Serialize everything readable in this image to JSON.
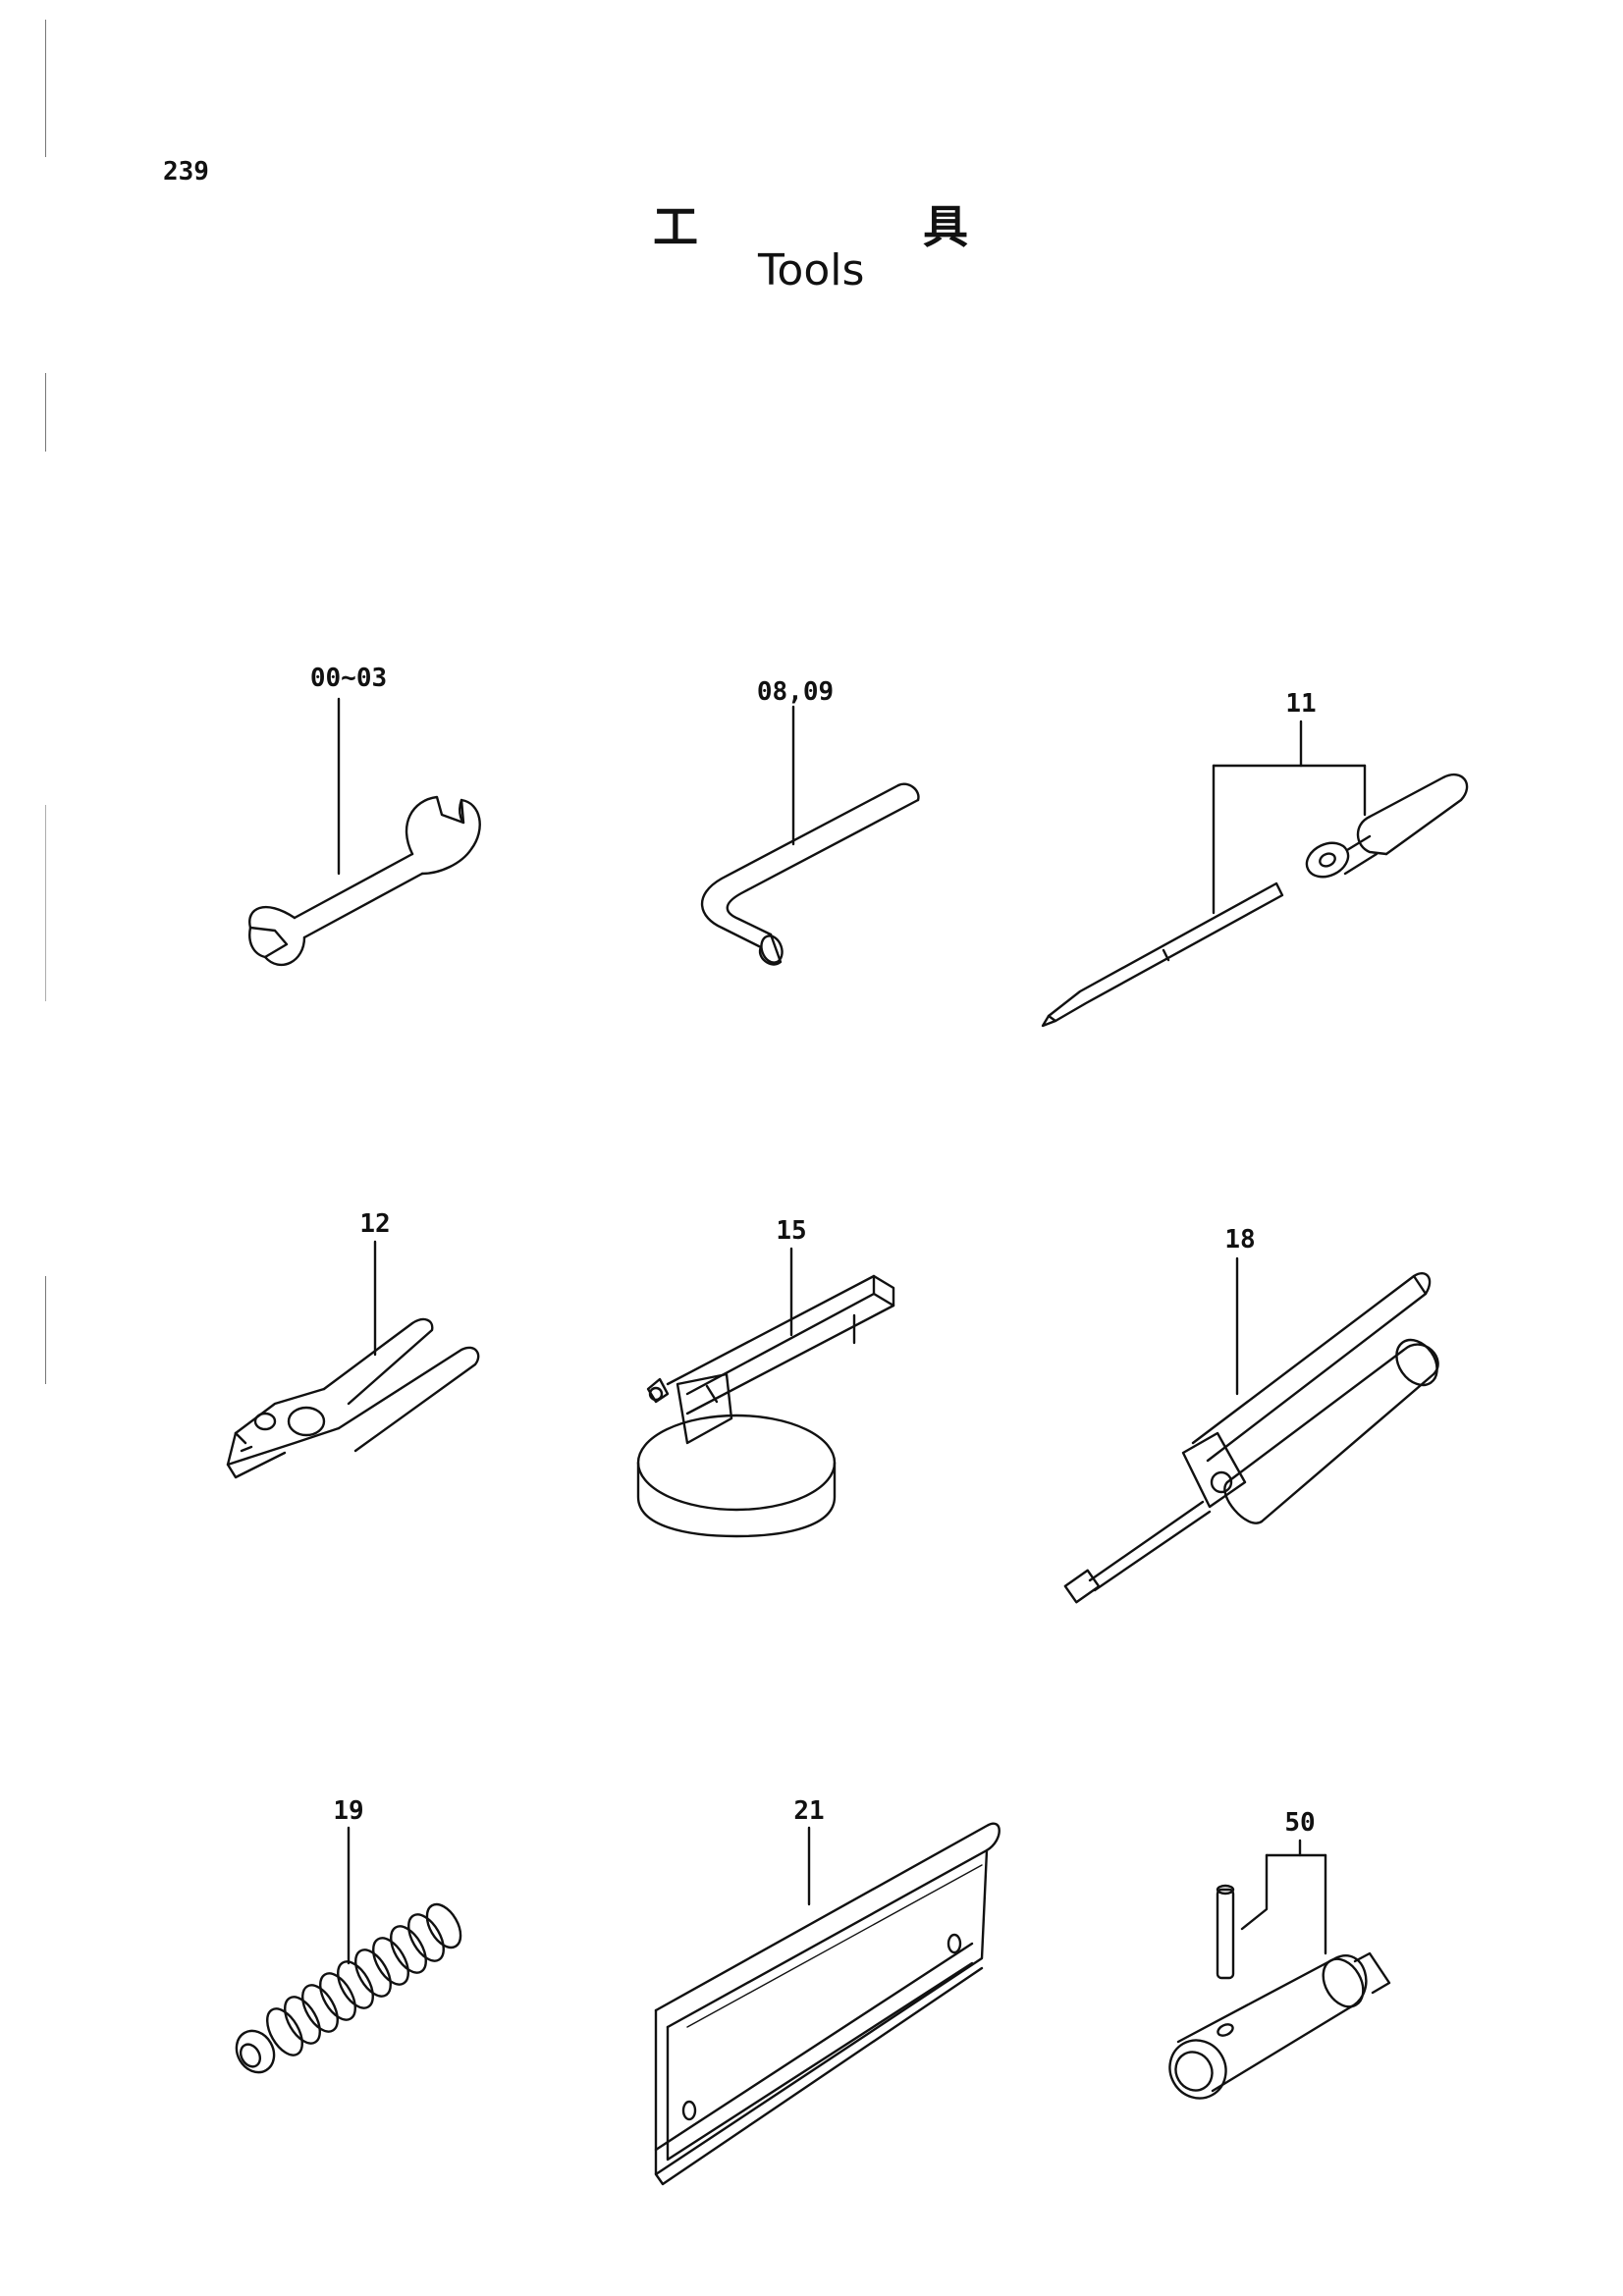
{
  "page_number": "239",
  "title": {
    "jp_char_1": "工",
    "jp_char_2": "具",
    "en": "Tools"
  },
  "parts": [
    {
      "id": "wrench",
      "label": "00~03",
      "icon": "open-end-wrench"
    },
    {
      "id": "hex-key",
      "label": "08,09",
      "icon": "hex-key"
    },
    {
      "id": "screwdriver",
      "label": "11",
      "icon": "screwdriver"
    },
    {
      "id": "pliers",
      "label": "12",
      "icon": "pliers"
    },
    {
      "id": "filter-wrench",
      "label": "15",
      "icon": "filter-wrench"
    },
    {
      "id": "grease-gun",
      "label": "18",
      "icon": "grease-gun"
    },
    {
      "id": "spring",
      "label": "19",
      "icon": "spring-tool"
    },
    {
      "id": "blade",
      "label": "21",
      "icon": "scraper-blade"
    },
    {
      "id": "box-wrench",
      "label": "50",
      "icon": "box-wrench"
    }
  ]
}
